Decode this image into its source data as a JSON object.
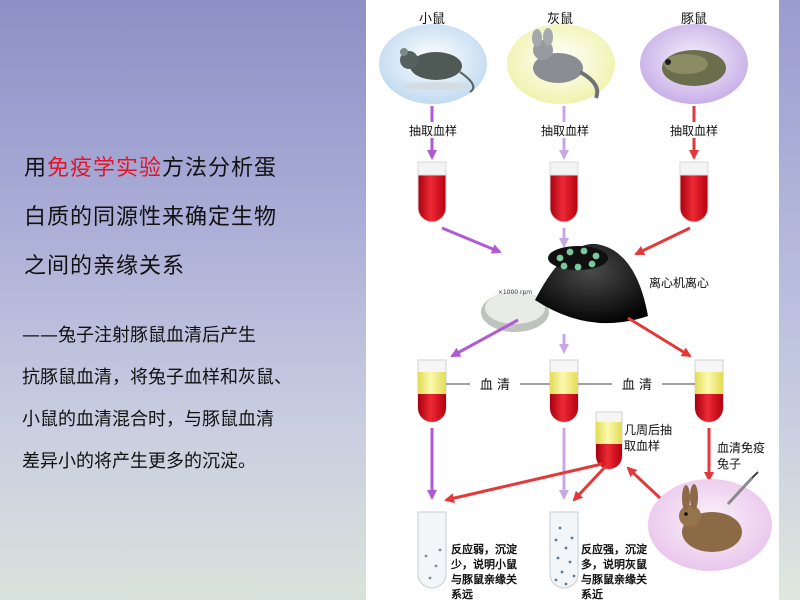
{
  "colors": {
    "highlight": "#e0152a",
    "blood": "#d40018",
    "serum": "#f1ee7a",
    "arrow_red": "#e23a3a",
    "arrow_purple": "#b15ad6",
    "arrow_lavender": "#c9a7e4"
  },
  "left_text": {
    "title_pre": "用",
    "title_highlight": "免疫学实验",
    "title_post": "方法分析蛋",
    "title_line2": "白质的同源性来确定生物",
    "title_line3": "之间的亲缘关系",
    "note_line1": "——兔子注射豚鼠血清后产生",
    "note_line2": "抗豚鼠血清，将兔子血样和灰鼠、",
    "note_line3": "小鼠的血清混合时，与豚鼠血清",
    "note_line4": "差异小的将产生更多的沉淀。"
  },
  "diagram": {
    "animals": [
      {
        "name": "小鼠",
        "icon": "mouse-icon"
      },
      {
        "name": "灰鼠",
        "icon": "chinchilla-icon"
      },
      {
        "name": "豚鼠",
        "icon": "guinea-pig-icon"
      }
    ],
    "draw_blood": "抽取血样",
    "centrifuge": "离心机离心",
    "centrifuge_dial": "×1000 rpm",
    "serum": "血 清",
    "after_weeks_1": "几周后抽",
    "after_weeks_2": "取血样",
    "immunize_1": "血清免疫",
    "immunize_2": "兔子",
    "result1": [
      "反应弱，沉淀",
      "少，说明小鼠",
      "与豚鼠亲缘关",
      "系远"
    ],
    "result2": [
      "反应强，沉淀",
      "多，说明灰鼠",
      "与豚鼠亲缘关",
      "系近"
    ]
  }
}
